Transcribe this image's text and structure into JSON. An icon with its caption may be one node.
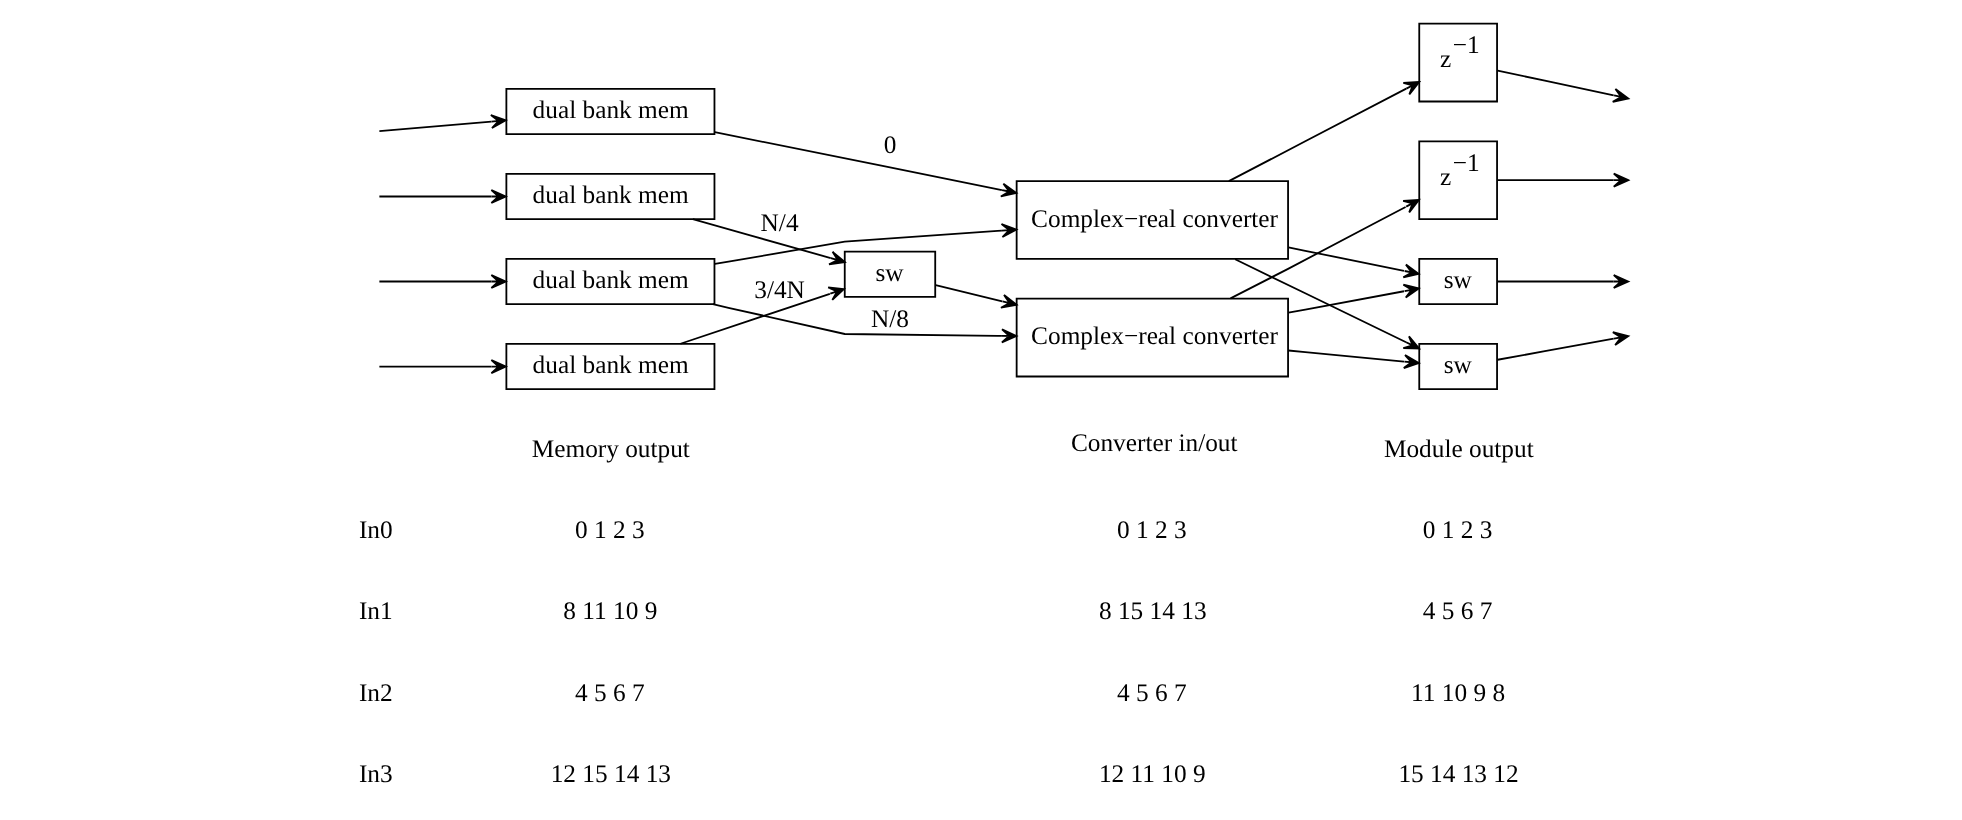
{
  "diagram": {
    "nodes": [
      {
        "text": [
          "dual bank mem"
        ]
      },
      {
        "text": [
          "dual bank mem"
        ]
      },
      {
        "text": [
          "dual bank mem"
        ]
      },
      {
        "text": [
          "dual bank mem"
        ]
      },
      {
        "text": [
          "sw"
        ]
      },
      {
        "text": [
          "Complex−real converter"
        ]
      },
      {
        "text": [
          "Complex−real converter"
        ]
      },
      {
        "text": [
          "z$^{−1}$"
        ]
      },
      {
        "text": [
          "z$^{−1}$"
        ]
      },
      {
        "text": [
          "sw"
        ]
      },
      {
        "text": [
          "sw"
        ]
      }
    ],
    "edges": [
      {
        "from": null,
        "to": 0,
        "arrow": "to"
      },
      {
        "from": null,
        "to": 1,
        "arrow": "to"
      },
      {
        "from": null,
        "to": 2,
        "arrow": "to"
      },
      {
        "from": null,
        "to": 3,
        "arrow": "to"
      },
      {
        "from": 0,
        "to": 5,
        "arrow": "to",
        "label": "0"
      },
      {
        "from": 1,
        "to": 4,
        "arrow": "to",
        "label": "N/4"
      },
      {
        "from": 2,
        "to": 5,
        "arrow": "to"
      },
      {
        "from": 2,
        "to": 6,
        "arrow": "to",
        "label": "N/8"
      },
      {
        "from": 3,
        "to": 4,
        "arrow": "to",
        "label": "3/4N"
      },
      {
        "from": 4,
        "to": 6,
        "arrow": "to"
      },
      {
        "from": 5,
        "to": 7,
        "arrow": "to"
      },
      {
        "from": 5,
        "to": 9,
        "arrow": "to"
      },
      {
        "from": 5,
        "to": 10,
        "arrow": "to"
      },
      {
        "from": 6,
        "to": 8,
        "arrow": "to"
      },
      {
        "from": 6,
        "to": 9,
        "arrow": "to"
      },
      {
        "from": 6,
        "to": 10,
        "arrow": "to"
      },
      {
        "from": 7,
        "to": null,
        "arrow": "to"
      },
      {
        "from": 8,
        "to": null,
        "arrow": "to"
      },
      {
        "from": 9,
        "to": null,
        "arrow": "to"
      },
      {
        "from": 10,
        "to": null,
        "arrow": "to"
      }
    ],
    "labels": [
      "Memory output",
      "Converter in/out",
      "Module output",
      "In0",
      "0 1 2 3",
      "0 1 2 3",
      "0 1 2 3",
      "In1",
      "8 11 10 9",
      "8 15 14 13",
      "4 5 6 7",
      "In2",
      "4 5 6 7",
      "4 5 6 7",
      "11 10 9 8",
      "In3",
      "12 15 14 13",
      "12 11 10 9",
      "15 14 13 12"
    ]
  }
}
